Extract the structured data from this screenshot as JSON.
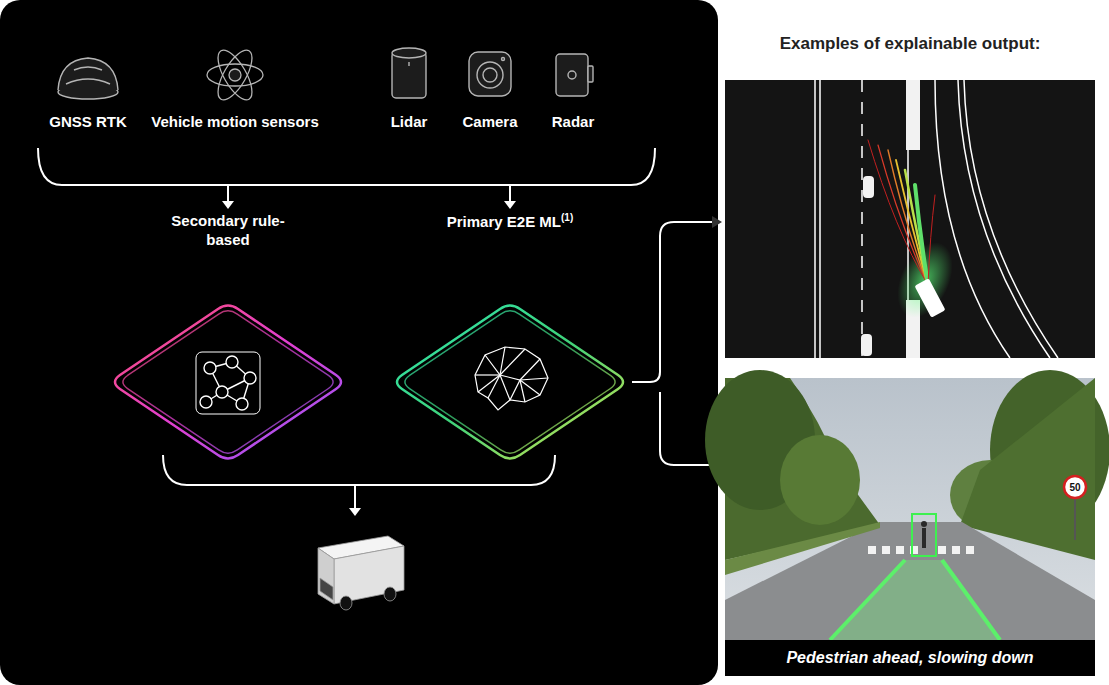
{
  "diagram": {
    "title": "Examples of explainable output:",
    "nodes": [
      {
        "text": [
          "Secondary rule-based"
        ]
      },
      {
        "text": [
          "Primary E2E ML",
          "(1)"
        ]
      }
    ],
    "labels": [
      "GNSS RTK",
      "Vehicle motion sensors",
      "Lidar",
      "Camera",
      "Radar",
      "50",
      "Pedestrian ahead, slowing down"
    ]
  }
}
